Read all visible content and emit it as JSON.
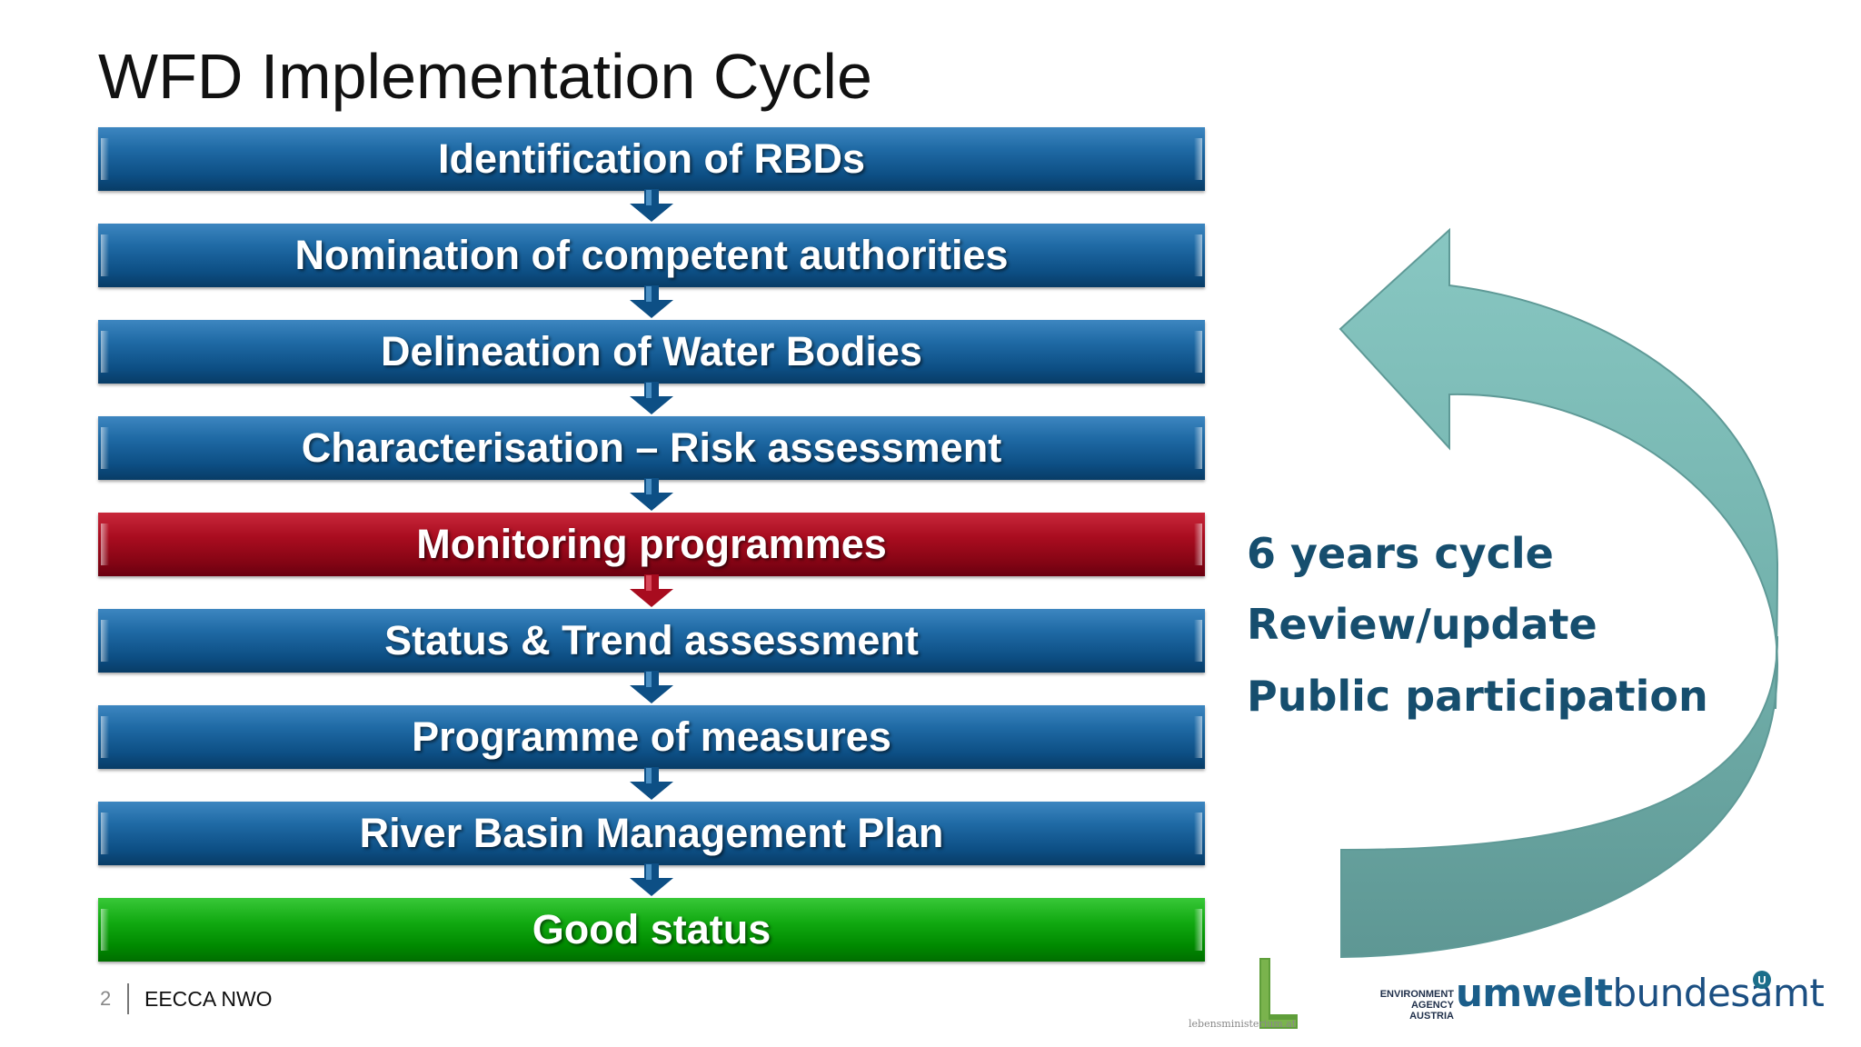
{
  "title": "WFD Implementation Cycle",
  "steps": [
    {
      "label": "Identification of RBDs",
      "color": "blue"
    },
    {
      "label": "Nomination of competent authorities",
      "color": "blue"
    },
    {
      "label": "Delineation of Water Bodies",
      "color": "blue"
    },
    {
      "label": "Characterisation – Risk assessment",
      "color": "blue"
    },
    {
      "label": "Monitoring programmes",
      "color": "red"
    },
    {
      "label": "Status & Trend assessment",
      "color": "blue"
    },
    {
      "label": "Programme of measures",
      "color": "blue"
    },
    {
      "label": "River Basin Management Plan",
      "color": "blue"
    },
    {
      "label": "Good status",
      "color": "green"
    }
  ],
  "cycle_notes": [
    "6 years cycle",
    "Review/update",
    "Public participation"
  ],
  "colors": {
    "blue": "#0d4f85",
    "red": "#a80c1f",
    "green": "#10a810",
    "cycle_arrow": "#7fbdb8",
    "note_text": "#164e6e"
  },
  "footer": {
    "page_number": "2",
    "text": "EECCA NWO"
  },
  "logos": {
    "lebensministerium_caption": "lebensministerium.at",
    "agency_small_line1": "ENVIRONMENT",
    "agency_small_line2": "AGENCY AUSTRIA",
    "agency_name_part1": "umwelt",
    "agency_name_part2": "bundesamt",
    "agency_badge": "U"
  }
}
